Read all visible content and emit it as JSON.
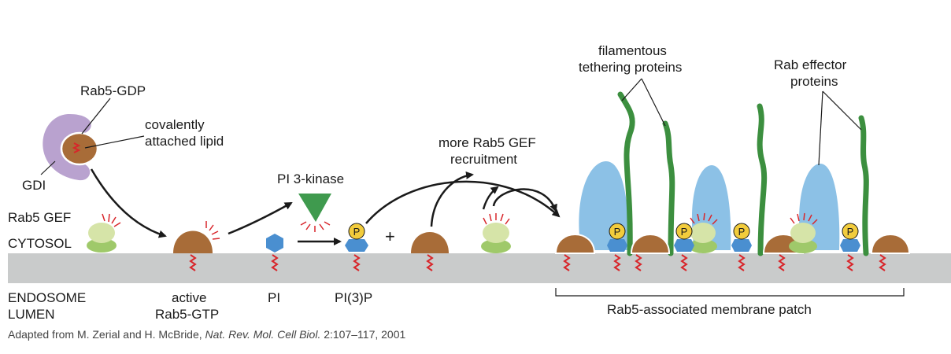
{
  "labels": {
    "rab5_gdp": "Rab5-GDP",
    "covalently": "covalently",
    "attached_lipid": "attached lipid",
    "gdi": "GDI",
    "rab5_gef": "Rab5 GEF",
    "cytosol": "CYTOSOL",
    "endosome": "ENDOSOME",
    "lumen": "LUMEN",
    "active": "active",
    "rab5_gtp": "Rab5-GTP",
    "pi": "PI",
    "pi3p": "PI(3)P",
    "pi3_kinase": "PI 3-kinase",
    "plus": "+",
    "more_gef_1": "more Rab5 GEF",
    "more_gef_2": "recruitment",
    "filamentous_1": "filamentous",
    "filamentous_2": "tethering proteins",
    "rab_effector_1": "Rab effector",
    "rab_effector_2": "proteins",
    "membrane_patch": "Rab5-associated membrane patch",
    "p": "P"
  },
  "credit": {
    "prefix": "Adapted from M. Zerial and H. McBride, ",
    "journal": "Nat. Rev. Mol. Cell Biol.",
    "suffix": " 2:107–117, 2001"
  },
  "colors": {
    "membrane": "#c9cbcb",
    "rab5": "#a86c38",
    "gdi": "#b9a2cf",
    "gef_top": "#d6e4a8",
    "gef_bottom": "#9fc96a",
    "pi": "#4a8fd0",
    "phosphate": "#f2cc3c",
    "kinase": "#3f9a4e",
    "filament": "#3c8f3f",
    "effector": "#8cc1e6",
    "lipid": "#d8262b",
    "arrow": "#1a1a1a"
  }
}
